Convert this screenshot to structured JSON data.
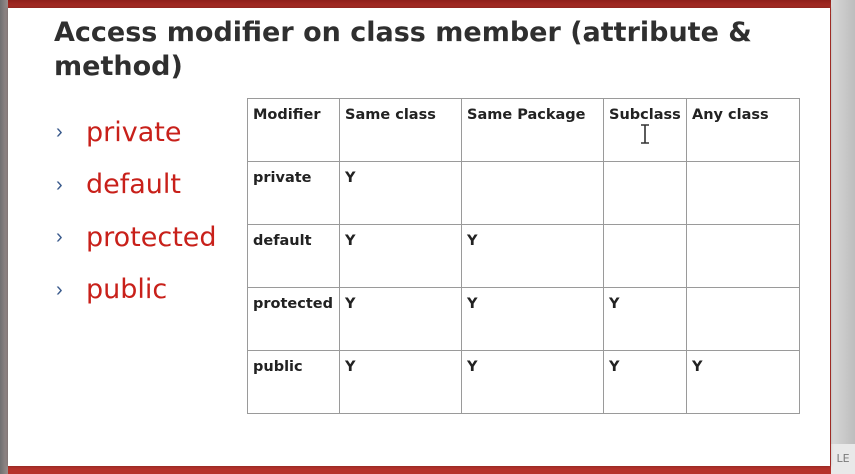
{
  "slide": {
    "title": "Access modifier on class member (attribute & method)",
    "bullets": [
      {
        "label": "private"
      },
      {
        "label": "default"
      },
      {
        "label": "protected"
      },
      {
        "label": "public"
      }
    ],
    "table": {
      "header": [
        "Modifier",
        "Same class",
        "Same Package",
        "Subclass",
        "Any class"
      ],
      "rows": [
        [
          "private",
          "Y",
          "",
          "",
          ""
        ],
        [
          "default",
          "Y",
          "Y",
          "",
          ""
        ],
        [
          "protected",
          "Y",
          "Y",
          "Y",
          ""
        ],
        [
          "public",
          "Y",
          "Y",
          "Y",
          "Y"
        ]
      ]
    },
    "colors": {
      "bullet_text": "#c8201a",
      "bullet_icon": "#3a5a8c",
      "frame": "#b5322b"
    }
  },
  "window": {
    "corner_text": "LE"
  }
}
